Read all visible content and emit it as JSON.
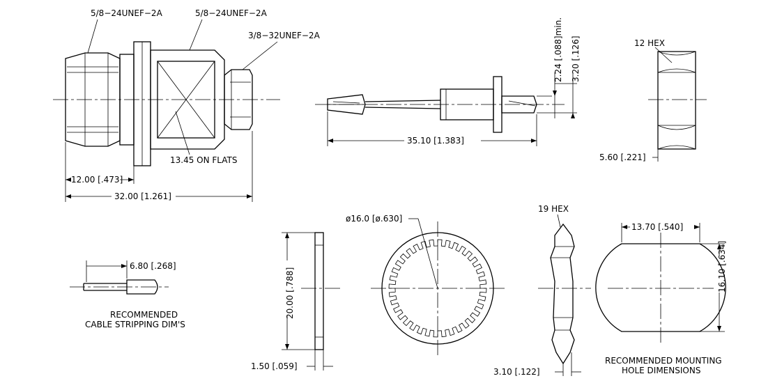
{
  "labels": {
    "thread_left": "5/8−24UNEF−2A",
    "thread_mid": "5/8−24UNEF−2A",
    "thread_right": "3/8−32UNEF−2A",
    "on_flats": "13.45  ON FLATS",
    "dim_12": "12.00 [.473]",
    "dim_32": "32.00 [1.261]",
    "dim_35": "35.10 [1.383]",
    "dim_224": "2.24 [.088]min.",
    "dim_320": "3.20 [.126]",
    "hex12": "12  HEX",
    "dim_560": "5.60 [.221]",
    "dim_680": "6.80 [.268]",
    "strip_1": "RECOMMENDED",
    "strip_2": "CABLE STRIPPING DIM'S",
    "dim_2000": "20.00 [.788]",
    "dim_150": "1.50 [.059]",
    "dim_160": "ø16.0 [ø.630]",
    "hex19": "19  HEX",
    "dim_310": "3.10 [.122]",
    "dim_1370": "13.70 [.540]",
    "dim_1610": "16.10 [.634]",
    "mount_1": "RECOMMENDED MOUNTING",
    "mount_2": "HOLE DIMENSIONS"
  }
}
